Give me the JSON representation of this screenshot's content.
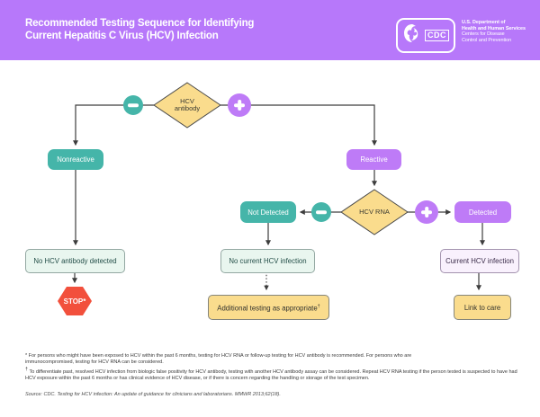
{
  "header": {
    "title_line1": "Recommended Testing Sequence for Identifying",
    "title_line2": "Current Hepatitis C Virus (HCV) Infection",
    "bg_color": "#B778FA",
    "logo": {
      "cdc_acronym": "CDC",
      "agency_line1": "U.S. Department of",
      "agency_line2": "Health and Human Services",
      "agency_line3": "Centers for Disease",
      "agency_line4": "Control and Prevention"
    }
  },
  "flowchart": {
    "colors": {
      "teal": "#45B5A9",
      "purple": "#BE7BF7",
      "diamond_yellow": "#FADC8D",
      "mint": "#E9F6EF",
      "lavender": "#F9F1FD",
      "stop_red": "#F2503C",
      "line": "#3d3d3d"
    },
    "icons": {
      "negative": "minus-icon",
      "positive": "plus-icon"
    },
    "nodes": {
      "hcv_antibody": {
        "label_line1": "HCV",
        "label_line2": "antibody"
      },
      "nonreactive": {
        "label": "Nonreactive"
      },
      "reactive": {
        "label": "Reactive"
      },
      "hcv_rna": {
        "label": "HCV RNA"
      },
      "not_detected": {
        "label": "Not Detected"
      },
      "detected": {
        "label": "Detected"
      },
      "no_hcv_antibody": {
        "label": "No HCV antibody detected"
      },
      "no_current_infection": {
        "label": "No current HCV infection"
      },
      "current_infection": {
        "label": "Current HCV infection"
      },
      "stop": {
        "label": "STOP*"
      },
      "additional_testing": {
        "label": "Additional testing as appropriate",
        "sup": "†"
      },
      "link_to_care": {
        "label": "Link to care"
      }
    }
  },
  "footnotes": {
    "footnote1": "* For persons who might have been exposed to HCV within the past 6 months, testing for HCV RNA or follow-up testing for HCV antibody is recommended. For persons who are immunocompromised, testing for HCV RNA can be considered.",
    "footnote2_symbol": "†",
    "footnote2_text": " To differentiate past, resolved HCV infection from biologic false positivity for HCV antibody, testing with another HCV antibody assay can be considered. Repeat HCV RNA testing if the person tested is suspected to have had HCV exposure within the past 6 months or has clinical evidence of HCV disease, or if there is concern regarding the handling or storage of the test specimen.",
    "source": "Source: CDC. Testing for HCV infection: An update of guidance for clinicians and laboratorians. MMWR 2013;62(18)."
  }
}
